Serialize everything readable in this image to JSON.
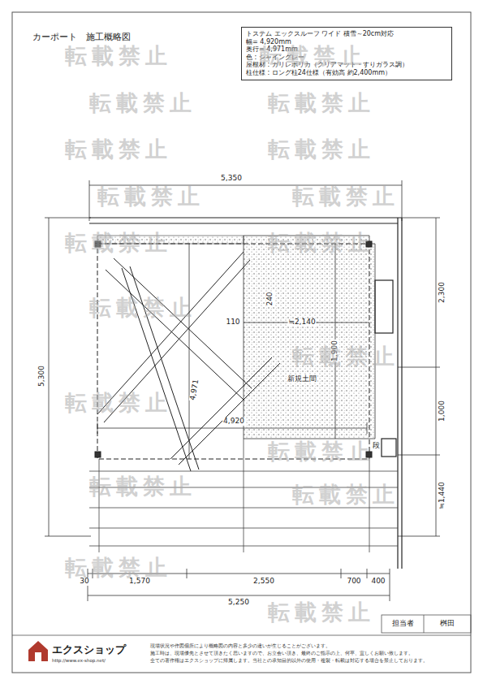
{
  "diagram": {
    "title": "カーポート　施工概略図",
    "nodes": [
      {
        "text": [
          "トステム エックスルーフ ワイド 積雪～20cm対応",
          "幅= 4,920mm",
          "奥行= 4,971mm",
          "色 : シャイングレー",
          "屋根材 : ガリレポリカ（クリアマット・すりガラス調）",
          "柱仕様 : ロング柱24仕様（有効高 約2,400mm）"
        ]
      }
    ],
    "labels": [
      "5,350",
      "5,300",
      "2,300",
      "1,000",
      "≒1,440",
      "4,971",
      "4,920",
      "110",
      "≒2,140",
      "1,900",
      "240",
      "新規土間",
      "段",
      "30",
      "1,570",
      "2,550",
      "700",
      "400",
      "5,250",
      "担当者",
      "桝田",
      "現場状況や作図個所により概略図の内容と多少の違いが生じることがございます。",
      "施工時は、現場優先とさせて頂きたく思いますので、お立会い頂き、最終のご指示の上、何卒、宜しくお願い致します。",
      "全ての著作権はエクスショップに帰属します。当社との承知目的以外の使用・複製・転載は対応する場合を禁止しております。",
      "エクスショップ",
      "http://www.ex-shop.net/",
      "転載禁止",
      "転載禁止",
      "転載禁止",
      "転載禁止",
      "転載禁止",
      "転載禁止",
      "転載禁止",
      "転載禁止",
      "転載禁止",
      "転載禁止",
      "転載禁止",
      "転載禁止",
      "転載禁止",
      "転載禁止",
      "転載禁止",
      "転載禁止",
      "転載禁止",
      "転載禁止"
    ]
  }
}
